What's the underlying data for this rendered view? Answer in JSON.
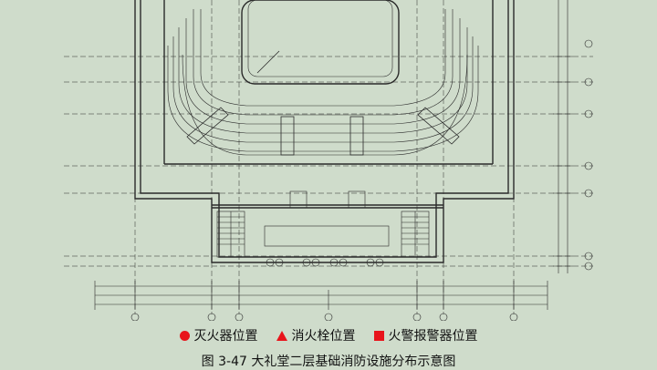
{
  "legend": [
    {
      "icon": "fire-extinguisher-icon",
      "shape": "circle",
      "label": "灭火器位置"
    },
    {
      "icon": "fire-hydrant-icon",
      "shape": "triangle",
      "label": "消火栓位置"
    },
    {
      "icon": "fire-alarm-icon",
      "shape": "square",
      "label": "火警报警器位置"
    }
  ],
  "caption": "图 3-47  大礼堂二层基础消防设施分布示意图",
  "colors": {
    "background": "#cfdccb",
    "line": "#2a2a2a",
    "symbol": "#e8141b"
  }
}
